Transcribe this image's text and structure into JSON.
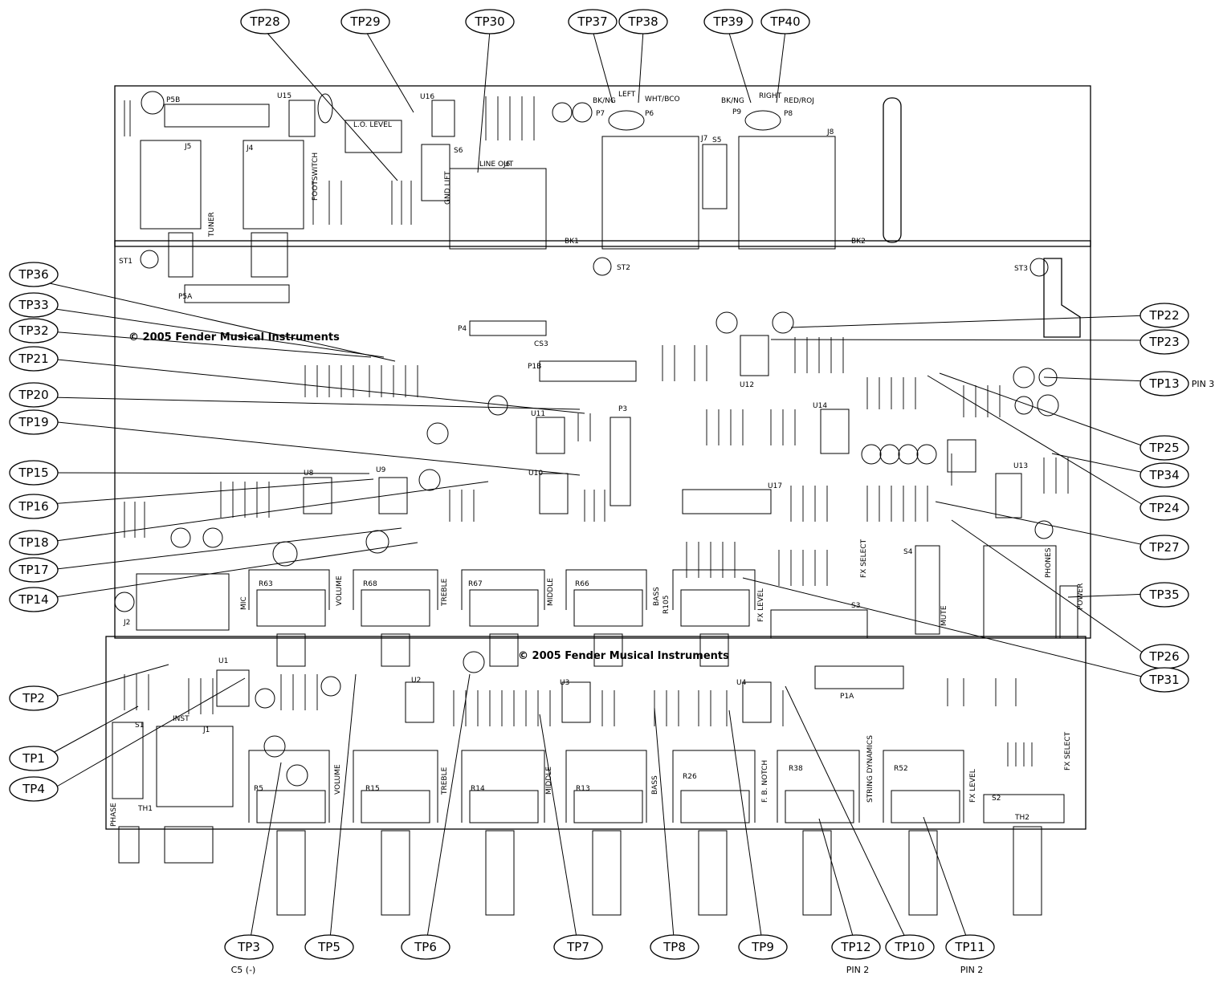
{
  "diagram": {
    "copyright_top": "© 2005 Fender Musical Instruments",
    "copyright_bottom": "© 2005 Fender Musical Instruments",
    "test_points": {
      "TP28": "TP28",
      "TP29": "TP29",
      "TP30": "TP30",
      "TP37": "TP37",
      "TP38": "TP38",
      "TP39": "TP39",
      "TP40": "TP40",
      "TP36": "TP36",
      "TP33": "TP33",
      "TP32": "TP32",
      "TP21": "TP21",
      "TP20": "TP20",
      "TP19": "TP19",
      "TP15": "TP15",
      "TP16": "TP16",
      "TP18": "TP18",
      "TP17": "TP17",
      "TP14": "TP14",
      "TP2": "TP2",
      "TP1": "TP1",
      "TP4": "TP4",
      "TP22": "TP22",
      "TP23": "TP23",
      "TP13": "TP13",
      "TP25": "TP25",
      "TP34": "TP34",
      "TP24": "TP24",
      "TP27": "TP27",
      "TP35": "TP35",
      "TP26": "TP26",
      "TP31": "TP31",
      "TP3": "TP3",
      "TP5": "TP5",
      "TP6": "TP6",
      "TP7": "TP7",
      "TP8": "TP8",
      "TP9": "TP9",
      "TP12": "TP12",
      "TP10": "TP10",
      "TP11": "TP11"
    },
    "notes": {
      "tp13": "PIN 3",
      "tp3": "C5 (-)",
      "tp12": "PIN 2",
      "tp11": "PIN 2"
    },
    "top_labels": {
      "left": "LEFT",
      "bk_ng_l": "BK/NG",
      "wht_bco": "WHT/BCO",
      "p7": "P7",
      "p6": "P6",
      "right": "RIGHT",
      "bk_ng_r": "BK/NG",
      "red_roj": "RED/ROJ",
      "p9": "P9",
      "p8": "P8",
      "lo_level": "L.O. LEVEL",
      "line_out": "LINE OUT",
      "gnd_lift": "GND LIFT",
      "tuner": "TUNER",
      "footswitch": "FOOTSWITCH",
      "bk1": "BK1",
      "bk2": "BK2",
      "st1": "ST1",
      "st2": "ST2",
      "st3": "ST3"
    },
    "mid_pots": [
      "VOLUME",
      "TREBLE",
      "MIDDLE",
      "BASS",
      "FX LEVEL"
    ],
    "mid_pot_refs": [
      "R63",
      "R68",
      "R67",
      "R66",
      "R105"
    ],
    "low_pots": [
      "VOLUME",
      "TREBLE",
      "MIDDLE",
      "BASS",
      "F. B. NOTCH",
      "STRING DYNAMICS",
      "FX LEVEL"
    ],
    "low_pot_refs": [
      "R5",
      "R15",
      "R14",
      "R13",
      "R26",
      "R38",
      "R52"
    ],
    "misc_labels": {
      "mic": "MIC",
      "inst": "INST",
      "phase": "PHASE",
      "phones": "PHONES",
      "power": "POWER",
      "mute": "MUTE",
      "fx_select": "FX SELECT",
      "fx_select2": "FX SELECT",
      "j1": "J1",
      "j2": "J2",
      "j4": "J4",
      "j5": "J5",
      "j6": "J6",
      "j7": "J7",
      "j8": "J8",
      "s1": "S1",
      "s2": "S2",
      "s3": "S3",
      "s4": "S4",
      "s5": "S5",
      "s6": "S6",
      "u1": "U1",
      "u2": "U2",
      "u3": "U3",
      "u4": "U4",
      "u8": "U8",
      "u9": "U9",
      "u10": "U10",
      "u11": "U11",
      "u12": "U12",
      "u13": "U13",
      "u14": "U14",
      "u15": "U15",
      "u16": "U16",
      "u17": "U17",
      "p1a": "P1A",
      "p1b": "P1B",
      "p3": "P3",
      "p4": "P4",
      "p5a": "P5A",
      "p5b": "P5B",
      "cs3": "CS3",
      "th1": "TH1",
      "th2": "TH2"
    }
  }
}
